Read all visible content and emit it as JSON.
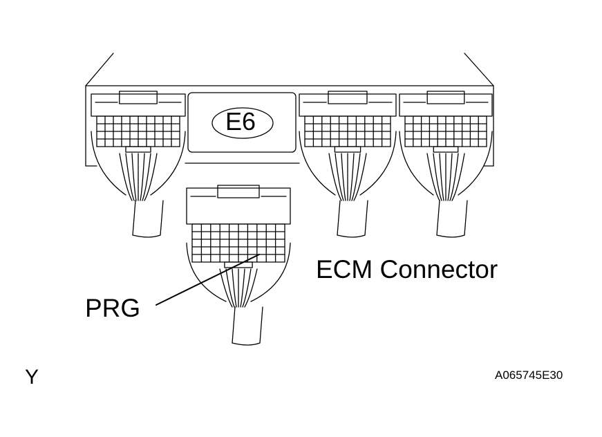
{
  "labels": {
    "badge": "E6",
    "ecm_connector": "ECM Connector",
    "terminal": "PRG",
    "corner_mark": "Y",
    "figure_code": "A065745E30"
  },
  "colors": {
    "line": "#000000",
    "background": "#ffffff"
  }
}
